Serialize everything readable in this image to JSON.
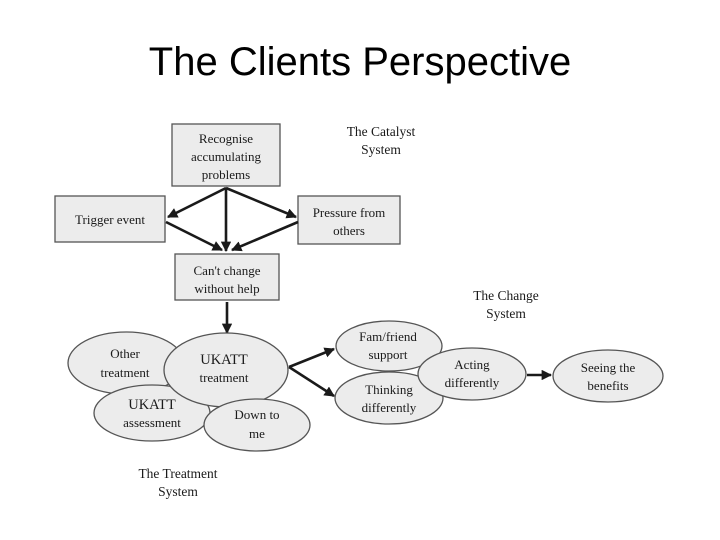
{
  "title": "The Clients Perspective",
  "systems": {
    "catalyst": [
      "The Catalyst",
      "System"
    ],
    "change": [
      "The Change",
      "System"
    ],
    "treatment": [
      "The Treatment",
      "System"
    ]
  },
  "boxes": {
    "recognise": [
      "Recognise",
      "accumulating",
      "problems"
    ],
    "trigger": [
      "Trigger event"
    ],
    "pressure": [
      "Pressure from",
      "others"
    ],
    "cant_change": [
      "Can't change",
      "without help"
    ]
  },
  "ellipses": {
    "other_treatment": [
      "Other",
      "treatment"
    ],
    "ukatt_treatment": [
      "UKATT",
      "treatment"
    ],
    "ukatt_assessment": [
      "UKATT",
      "assessment"
    ],
    "down_to_me": [
      "Down to",
      "me"
    ],
    "fam_friend": [
      "Fam/friend",
      "support"
    ],
    "thinking": [
      "Thinking",
      "differently"
    ],
    "acting": [
      "Acting",
      "differently"
    ],
    "seeing": [
      "Seeing the",
      "benefits"
    ]
  }
}
